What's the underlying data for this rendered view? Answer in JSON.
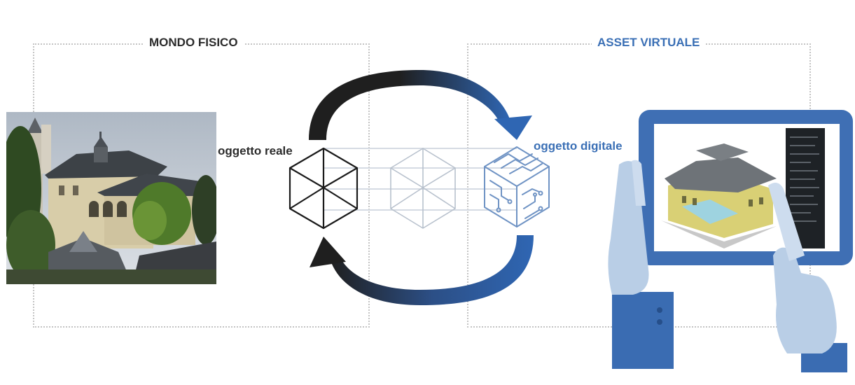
{
  "physical_world": {
    "title": "MONDO FISICO",
    "object_label": "oggetto reale"
  },
  "virtual_asset": {
    "title": "ASSET VIRTUALE",
    "object_label": "oggetto digitale"
  },
  "colors": {
    "text_dark": "#2b2b2b",
    "text_blue": "#3a6fb5",
    "arrow_dark": "#1f1f1f",
    "arrow_blue": "#2f66b3",
    "hand_light": "#b9cee6",
    "sleeve": "#3a6cb2",
    "tablet_frame": "#3f6fb4"
  },
  "icons": {
    "physical_cube": "cube-outline-icon",
    "transition_cube": "cube-faded-icon",
    "digital_cube": "circuit-cube-icon",
    "top_arrow": "curved-arrow-right-icon",
    "bottom_arrow": "curved-arrow-left-icon"
  }
}
